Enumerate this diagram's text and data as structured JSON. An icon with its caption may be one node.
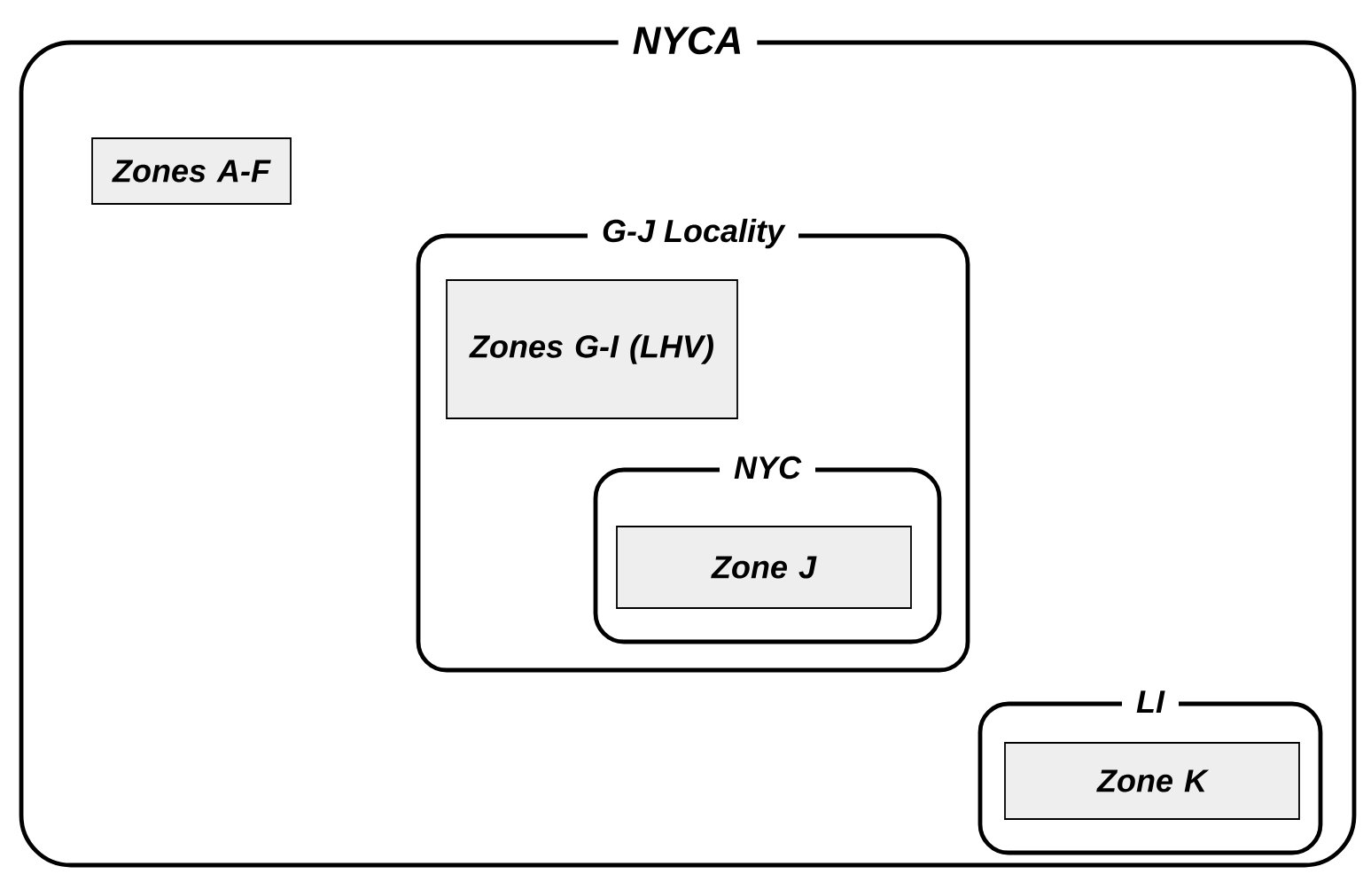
{
  "diagram": {
    "nodes": [
      {
        "text": [
          "NYCA"
        ]
      },
      {
        "text": [
          "Zones A-F"
        ],
        "in": 0
      },
      {
        "text": [
          "G-J Locality"
        ],
        "in": 0
      },
      {
        "text": [
          "Zones G-I (LHV)"
        ],
        "in": 2
      },
      {
        "text": [
          "NYC"
        ],
        "in": 2
      },
      {
        "text": [
          "Zone J"
        ],
        "in": 4
      },
      {
        "text": [
          "LI"
        ],
        "in": 0
      },
      {
        "text": [
          "Zone K"
        ],
        "in": 6
      }
    ]
  }
}
